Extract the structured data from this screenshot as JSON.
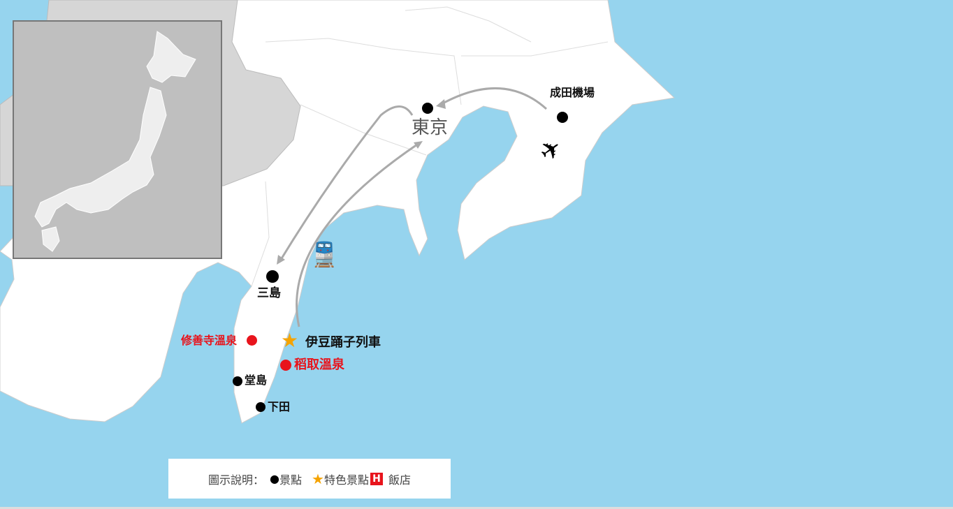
{
  "colors": {
    "sea": "#96d4ee",
    "land": "#ffffff",
    "other_land": "#d6d6d6",
    "inset_bg": "#bfbfbf",
    "spot": "#000000",
    "onsen": "#e8141c",
    "featured": "#f5a300",
    "route": "#aaaaaa"
  },
  "places": {
    "tokyo": "東京",
    "narita": "成田機場",
    "mishima": "三島",
    "shuzenji": "修善寺溫泉",
    "izu_train": "伊豆踊子列車",
    "inatori": "稻取溫泉",
    "doshima": "堂島",
    "shimoda": "下田"
  },
  "icons": [
    "airplane-icon",
    "train-icon",
    "star-icon",
    "hotel-icon"
  ],
  "legend": {
    "title": "圖示說明：",
    "spot": "景點",
    "featured": "特色景點",
    "hotel_glyph": "H",
    "hotel": "飯店"
  }
}
